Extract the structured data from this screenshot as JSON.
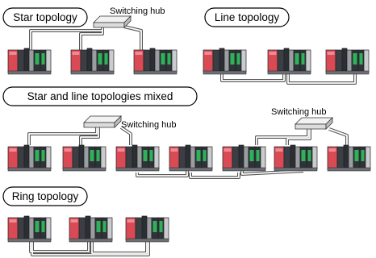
{
  "sections": {
    "star": {
      "title": "Star topology",
      "hub_label": "Switching hub"
    },
    "line": {
      "title": "Line topology"
    },
    "mixed": {
      "title": "Star and line topologies mixed",
      "hub_label_left": "Switching hub",
      "hub_label_right": "Switching hub"
    },
    "ring": {
      "title": "Ring topology"
    }
  },
  "colors": {
    "cpu_red": "#d94a55",
    "module_dark": "#2f3238",
    "module_gray": "#8a8d92",
    "module_light": "#c9cbcf",
    "led_green": "#2fb15a",
    "cable_outer": "#555555",
    "cable_inner": "#ffffff"
  },
  "icons": {
    "plc": "plc-station-icon",
    "hub": "switching-hub-icon"
  }
}
